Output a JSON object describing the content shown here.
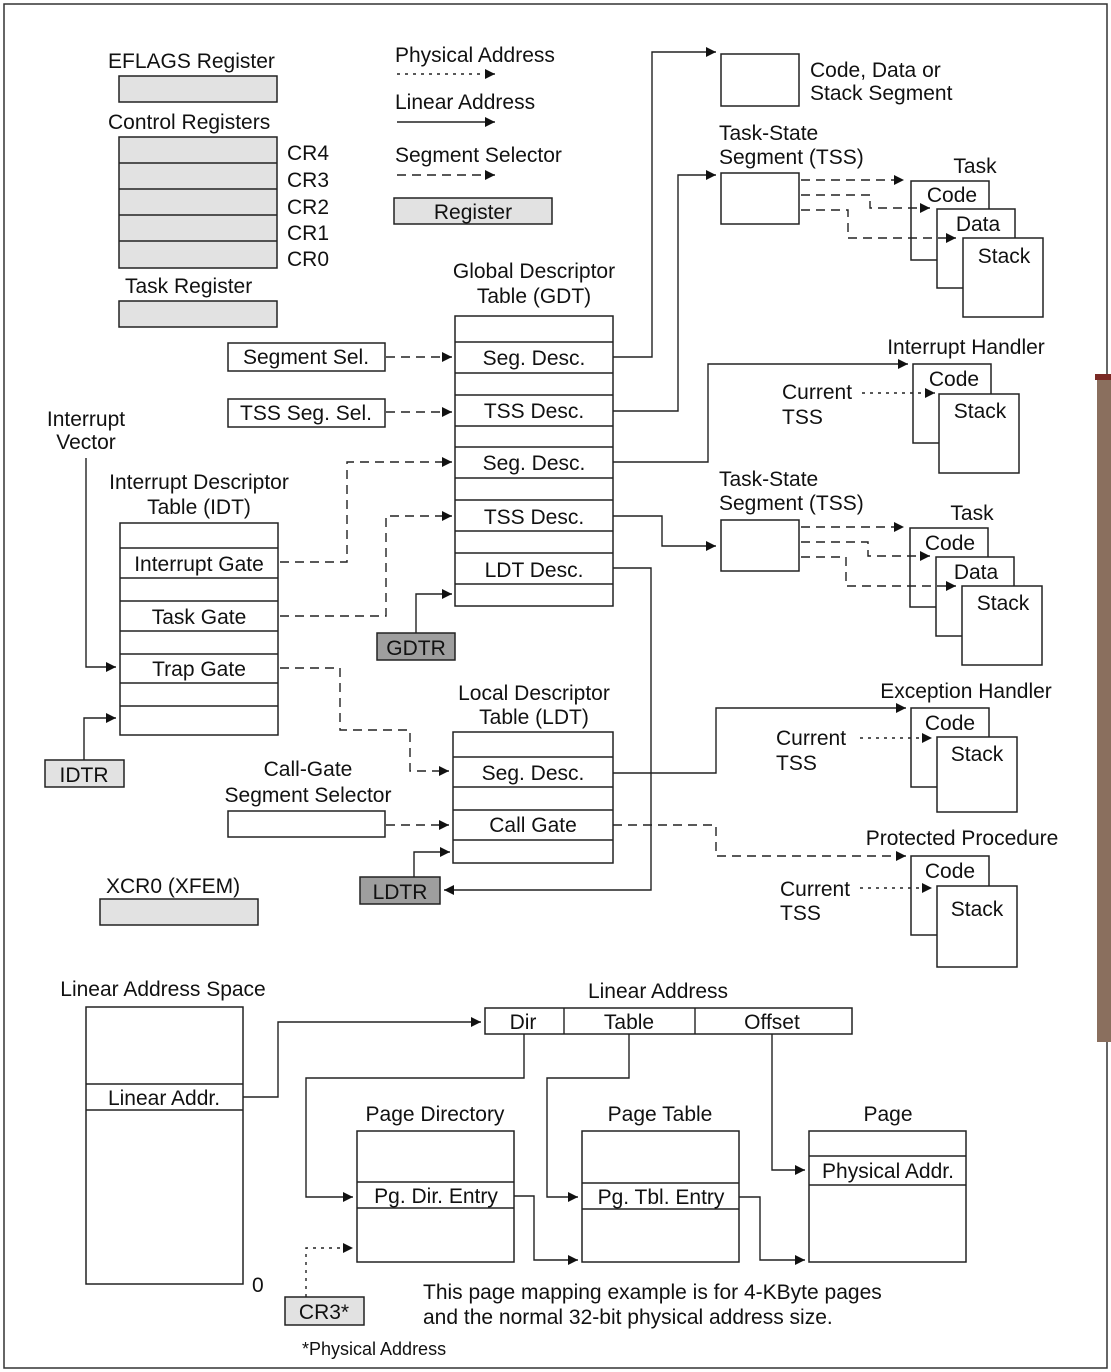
{
  "legend": {
    "eflags": "EFLAGS Register",
    "control_registers": "Control Registers",
    "cr": [
      "CR4",
      "CR3",
      "CR2",
      "CR1",
      "CR0"
    ],
    "task_register": "Task Register",
    "physical_address": "Physical Address",
    "linear_address": "Linear Address",
    "segment_selector": "Segment Selector",
    "register": "Register"
  },
  "gdt": {
    "title1": "Global Descriptor",
    "title2": "Table (GDT)",
    "rows": [
      "Seg. Desc.",
      "TSS Desc.",
      "Seg. Desc.",
      "TSS Desc.",
      "LDT Desc."
    ],
    "gdtr": "GDTR"
  },
  "selectors": {
    "segment_sel": "Segment Sel.",
    "tss_seg_sel": "TSS Seg. Sel.",
    "call_gate_1": "Call-Gate",
    "call_gate_2": "Segment Selector"
  },
  "idt": {
    "vector1": "Interrupt",
    "vector2": "Vector",
    "title1": "Interrupt Descriptor",
    "title2": "Table (IDT)",
    "rows": [
      "Interrupt Gate",
      "Task Gate",
      "Trap Gate"
    ],
    "idtr": "IDTR"
  },
  "ldt": {
    "title1": "Local Descriptor",
    "title2": "Table (LDT)",
    "rows": [
      "Seg. Desc.",
      "Call Gate"
    ],
    "ldtr": "LDTR"
  },
  "xcr0": "XCR0 (XFEM)",
  "right": {
    "code_data_1": "Code, Data or",
    "code_data_2": "Stack Segment",
    "tss1": "Task-State",
    "tss2": "Segment (TSS)",
    "task": "Task",
    "code": "Code",
    "data": "Data",
    "stack": "Stack",
    "interrupt_handler": "Interrupt Handler",
    "current": "Current",
    "tss": "TSS",
    "exception_handler": "Exception Handler",
    "protected_procedure": "Protected Procedure"
  },
  "paging": {
    "linear_space": "Linear Address Space",
    "linear_addr": "Linear Addr.",
    "zero": "0",
    "linear_address": "Linear Address",
    "fields": [
      "Dir",
      "Table",
      "Offset"
    ],
    "page_directory": "Page Directory",
    "pg_dir_entry": "Pg. Dir. Entry",
    "page_table": "Page Table",
    "pg_tbl_entry": "Pg. Tbl. Entry",
    "page": "Page",
    "physical_addr": "Physical Addr.",
    "cr3": "CR3*",
    "footnote": "*Physical Address",
    "note1": "This page mapping example is for 4-KByte pages",
    "note2": "and the normal 32-bit physical address size."
  }
}
